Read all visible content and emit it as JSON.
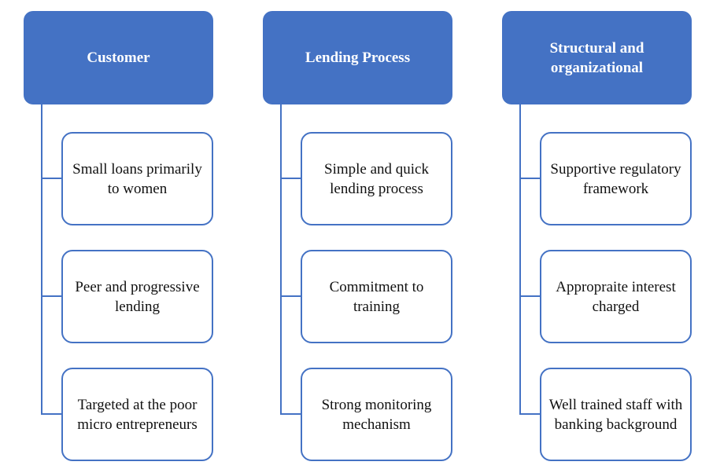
{
  "diagram": {
    "background_color": "#ffffff",
    "accent_color": "#4472C4",
    "header_text_color": "#ffffff",
    "item_text_color": "#111111",
    "columns": [
      {
        "header": "Customer",
        "items": [
          "Small loans primarily to women",
          "Peer and progressive lending",
          "Targeted at the poor micro entrepreneurs"
        ]
      },
      {
        "header": "Lending Process",
        "items": [
          "Simple and quick lending process",
          "Commitment to training",
          "Strong monitoring mechanism"
        ]
      },
      {
        "header": "Structural and organizational",
        "items": [
          "Supportive regulatory framework",
          "Appropraite interest charged",
          "Well trained staff with banking background"
        ]
      }
    ]
  }
}
